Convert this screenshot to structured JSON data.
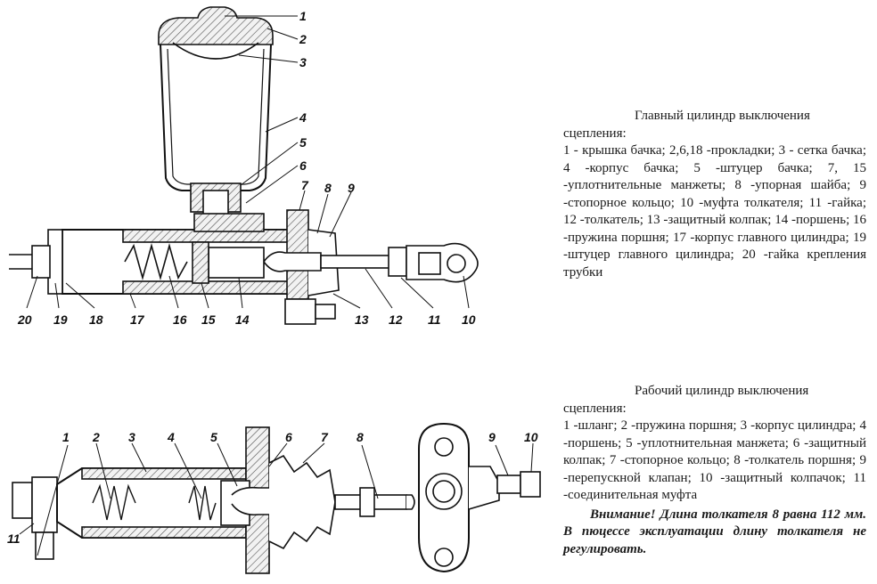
{
  "master_cylinder": {
    "title": "Главный цилиндр выключения сцепления:",
    "legend": "1 - крышка бачка; 2,6,18 -прокладки; 3 - сетка бачка; 4 -корпус бачка; 5 -штуцер бачка; 7, 15 -уплотнительные манжеты; 8 -упорная шайба; 9 -стопорное кольцо; 10 -муфта толкателя; 11 -гайка; 12 -толкатель; 13 -защитный колпак; 14 -поршень; 16 -пружина поршня; 17 -корпус главного цилиндра; 19 -штуцер главного цилиндра; 20 -гайка крепления трубки",
    "callouts": [
      "1",
      "2",
      "3",
      "4",
      "5",
      "6",
      "7",
      "8",
      "9",
      "10",
      "11",
      "12",
      "13",
      "14",
      "15",
      "16",
      "17",
      "18",
      "19",
      "20"
    ]
  },
  "slave_cylinder": {
    "title": "Рабочий цилиндр выключения сцепления:",
    "legend": "1 -шланг; 2 -пружина поршня; 3 -корпус цилиндра; 4 -поршень; 5 -уплотнительная манжета; 6 -защитный колпак; 7 -стопорное кольцо; 8 -толкатель поршня; 9 -перепускной клапан; 10 -защитный колпачок; 11 -соединительная муфта",
    "warning": "Внимание! Длина толкателя 8 равна 112 мм. В пюцессе эксплуатации длину толкателя не регулировать.",
    "callouts": [
      "1",
      "2",
      "3",
      "4",
      "5",
      "6",
      "7",
      "8",
      "9",
      "10",
      "11"
    ]
  }
}
